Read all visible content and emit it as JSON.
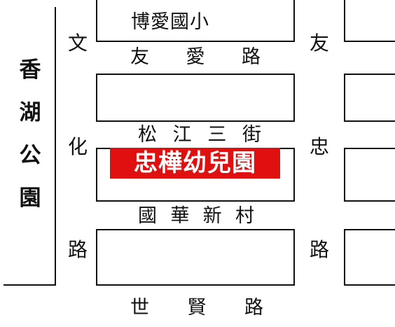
{
  "map": {
    "park_name": "香湖公園",
    "streets": {
      "youai_road": "友愛路",
      "songjiang_3rd_st": "松江三街",
      "guohua_village": "國華新村",
      "shixian_road": "世賢路",
      "wenhua_road": "文化路",
      "youzhong_road": "友忠路"
    },
    "school": "博愛國小",
    "highlight": {
      "name": "忠樺幼兒園",
      "color": "#e01010"
    }
  }
}
